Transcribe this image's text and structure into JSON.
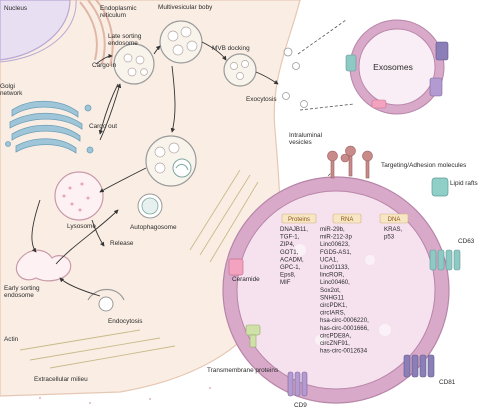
{
  "labels": {
    "nucleus": "Nucleus",
    "er": "Endoplasmic reticulum",
    "mvb": "Multivesicular boby",
    "golgi": "Golgi network",
    "late": "Late sorting endosome",
    "cargo_in": "Cargo in",
    "cargo_out": "Cargo out",
    "mvb_docking": "MVB docking",
    "exocytosis": "Exocytosis",
    "intraluminal": "Intraluminal vesicles",
    "lysosome": "Lysosome",
    "autophagosome": "Autophagosome",
    "release": "Release",
    "early": "Early sorting endosome",
    "endocytosis": "Endocytosis",
    "actin": "Actin",
    "milieu": "Extracellular milieu",
    "exosomes": "Exosomes",
    "targeting": "Targeting/Adhesion molecules",
    "lipid_rafts": "Lipid rafts",
    "ceramide": "Ceramide",
    "cd63": "CD63",
    "cd81": "CD81",
    "cd9": "CD9",
    "transmembrane": "Transmembrane proteins"
  },
  "cargo": {
    "proteins_header": "Proteins",
    "rna_header": "RNA",
    "dna_header": "DNA",
    "proteins": [
      "DNAJB11,",
      "TGF-1,",
      "ZIP4,",
      "GOT1,",
      "ACADM,",
      "GPC-1,",
      "Eps8,",
      "MIF"
    ],
    "rna": [
      "miR-29b,",
      "miR-212-3p",
      "Linc00623,",
      "FGD5-AS1,",
      "UCA1,",
      "Linc01133,",
      "lincROR,",
      "Linc00460,",
      "Sox2ot,",
      "SNHG11",
      "circPDK1,",
      "circIARS,",
      "hsa-circ-0006220,",
      "has-circ-0001666,",
      "circPDE8A,",
      "circZNF91,",
      "has-circ-0012634"
    ],
    "dna": [
      "KRAS,",
      "p53"
    ]
  },
  "colors": {
    "membrane": "#d9a9c9",
    "membrane_inner": "#f6e2ef",
    "cell": "#faeee4",
    "golgi": "#9fc5d8",
    "cd63": "#8fc9c4",
    "cd81": "#8c7fb8",
    "cd9": "#b39ad0",
    "ceramide": "#f3a3bf",
    "lipid_raft": "#8fcfc8",
    "targeting": "#c98a8a",
    "header_box": "#f7e6c4"
  }
}
